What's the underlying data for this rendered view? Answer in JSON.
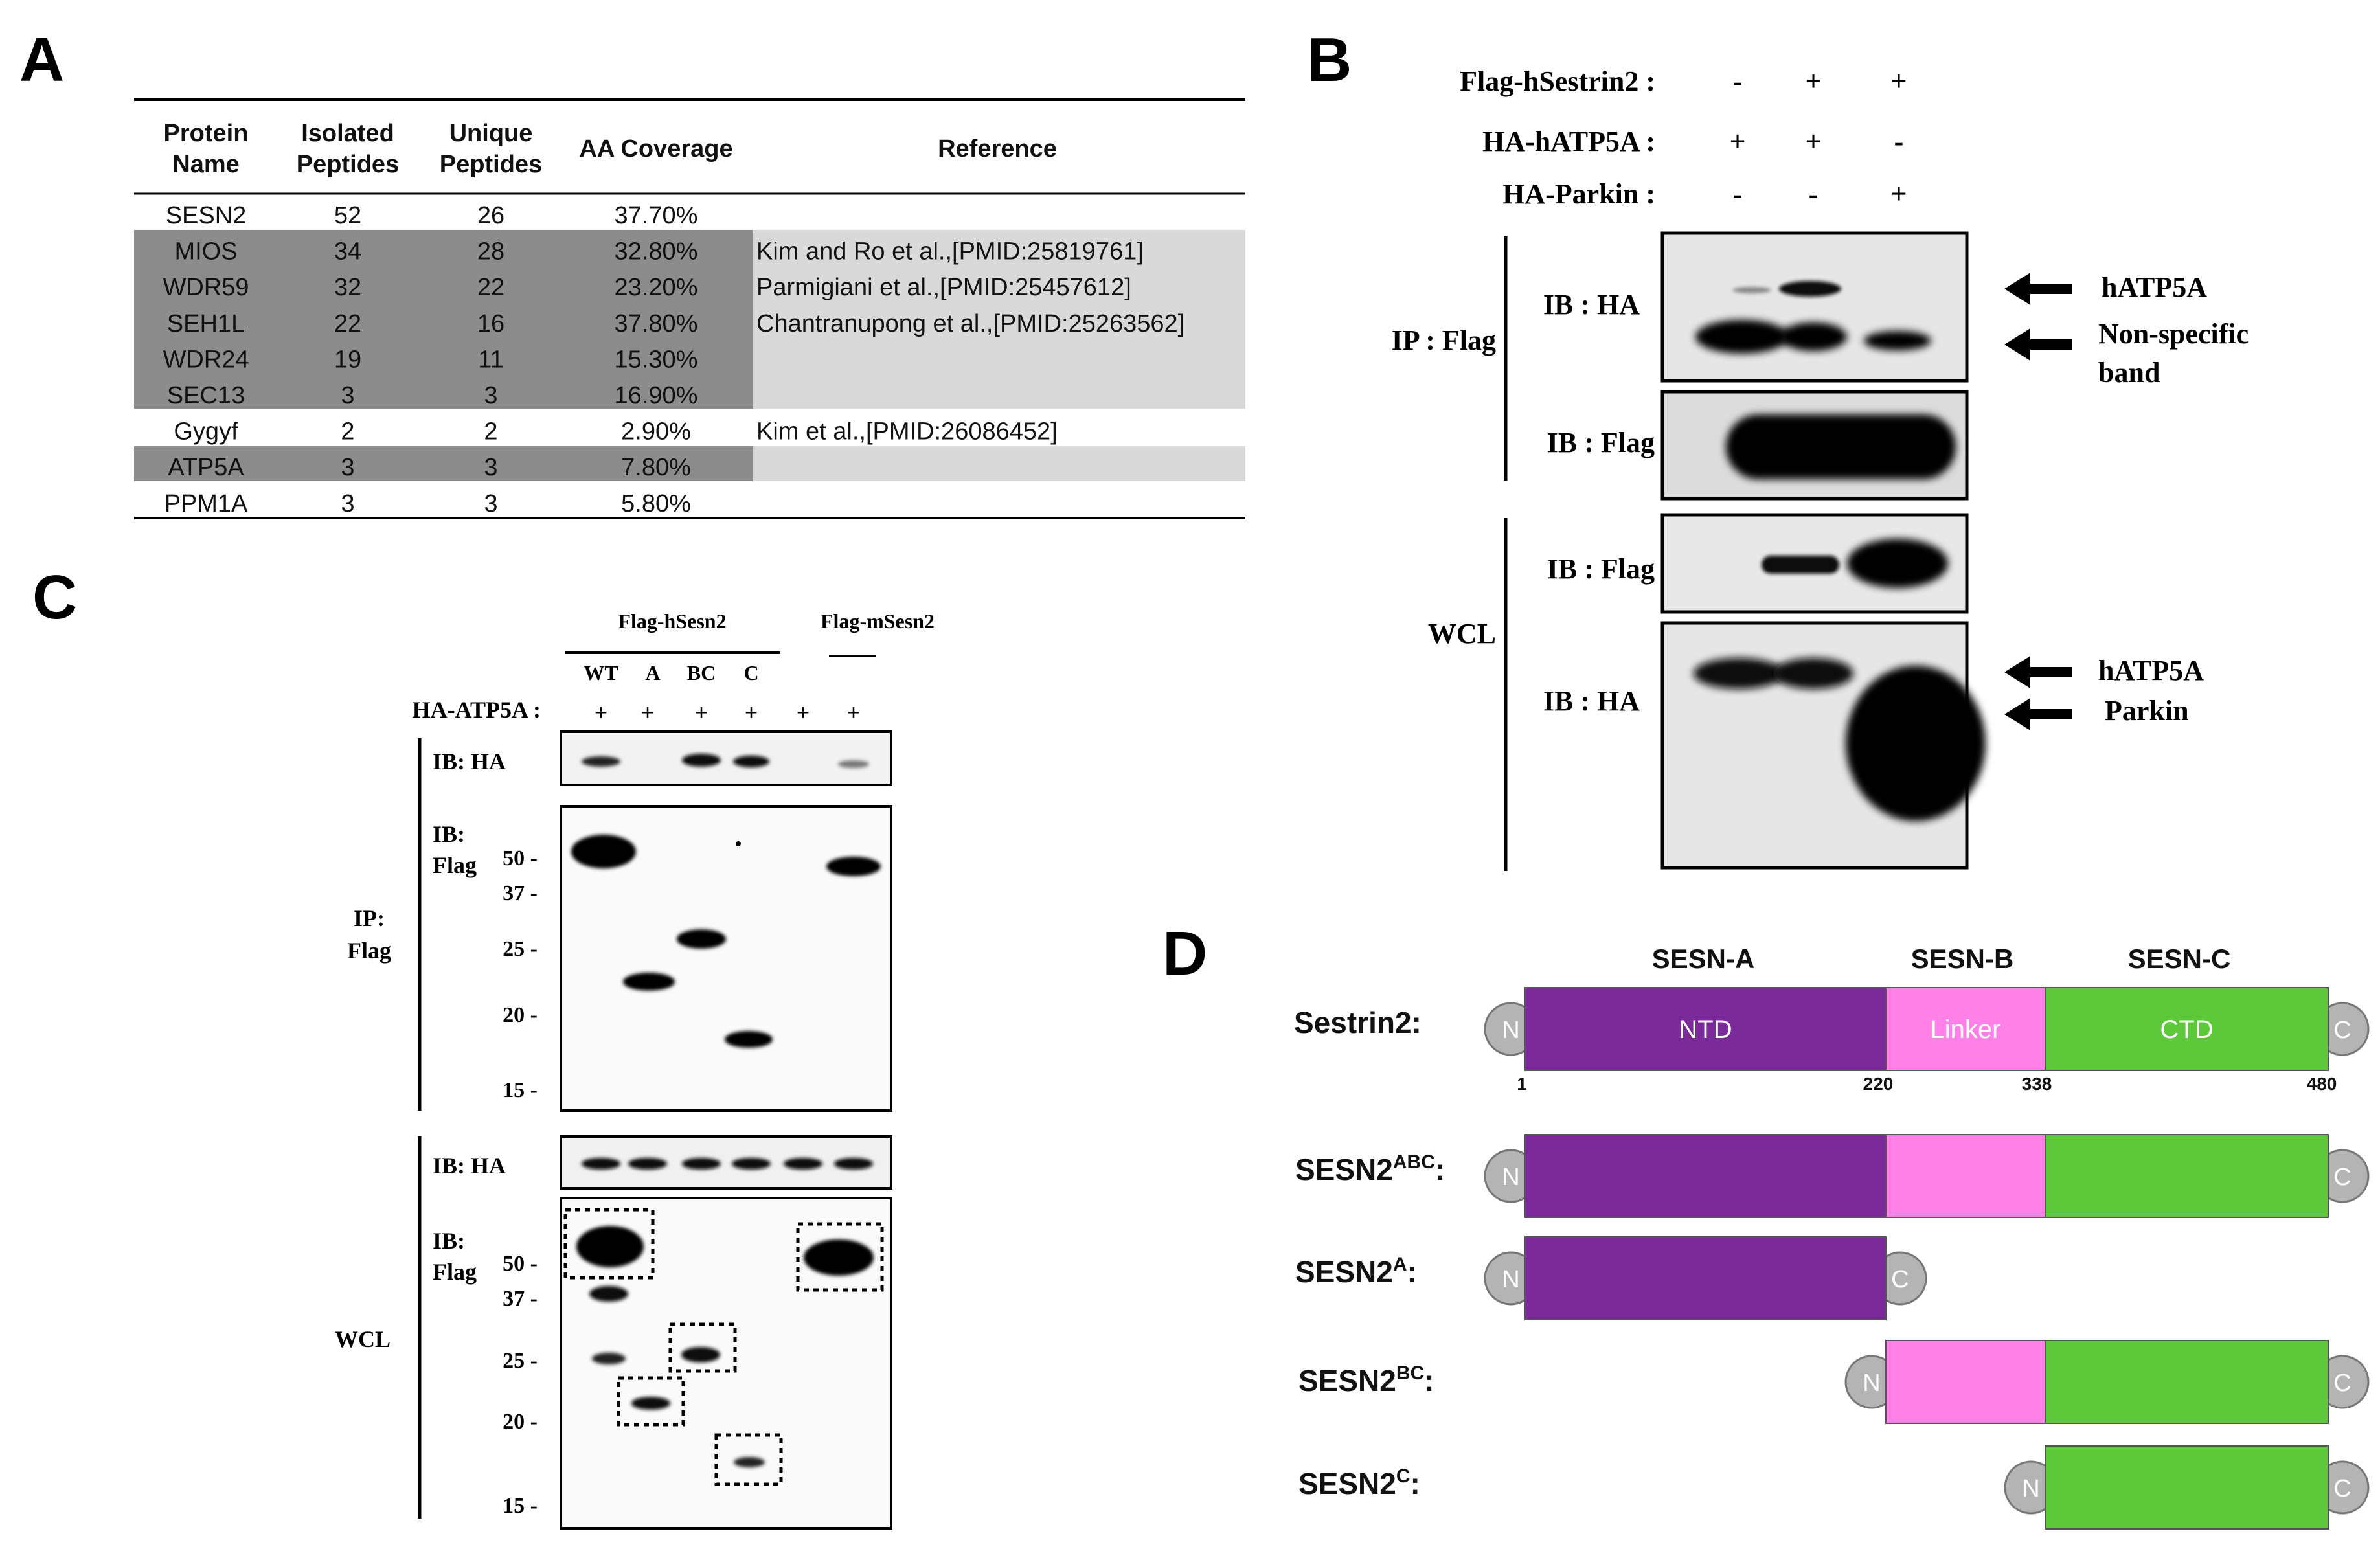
{
  "panel_labels": {
    "a": "A",
    "b": "B",
    "c": "C",
    "d": "D"
  },
  "table": {
    "headers": [
      [
        "Protein",
        "Name"
      ],
      [
        "Isolated",
        "Peptides"
      ],
      [
        "Unique",
        "Peptides"
      ],
      [
        "AA Coverage"
      ],
      [
        "Reference"
      ]
    ],
    "rows": [
      {
        "name": "SESN2",
        "isolated": "52",
        "unique": "26",
        "coverage": "37.70%",
        "ref": ""
      },
      {
        "name": "MIOS",
        "isolated": "34",
        "unique": "28",
        "coverage": "32.80%",
        "ref": "Kim and Ro et al.,[PMID:25819761]"
      },
      {
        "name": "WDR59",
        "isolated": "32",
        "unique": "22",
        "coverage": "23.20%",
        "ref": "Parmigiani et al.,[PMID:25457612]"
      },
      {
        "name": "SEH1L",
        "isolated": "22",
        "unique": "16",
        "coverage": "37.80%",
        "ref": "Chantranupong et al.,[PMID:25263562]"
      },
      {
        "name": "WDR24",
        "isolated": "19",
        "unique": "11",
        "coverage": "15.30%",
        "ref": ""
      },
      {
        "name": "SEC13",
        "isolated": "3",
        "unique": "3",
        "coverage": "16.90%",
        "ref": ""
      },
      {
        "name": "Gygyf",
        "isolated": "2",
        "unique": "2",
        "coverage": "2.90%",
        "ref": "Kim et al.,[PMID:26086452]"
      },
      {
        "name": "ATP5A",
        "isolated": "3",
        "unique": "3",
        "coverage": "7.80%",
        "ref": ""
      },
      {
        "name": "PPM1A",
        "isolated": "3",
        "unique": "3",
        "coverage": "5.80%",
        "ref": ""
      }
    ]
  },
  "blot_b": {
    "lane_rows": [
      {
        "label": "Flag-hSestrin2 :",
        "signs": [
          "-",
          "+",
          "+"
        ]
      },
      {
        "label": "HA-hATP5A :",
        "signs": [
          "+",
          "+",
          "-"
        ]
      },
      {
        "label": "HA-Parkin :",
        "signs": [
          "-",
          "-",
          "+"
        ]
      }
    ],
    "group_ip": "IP : Flag",
    "group_wcl": "WCL",
    "ib_labels": [
      "IB : HA",
      "IB : Flag",
      "IB : Flag",
      "IB : HA"
    ],
    "arrows": {
      "atp5a_top": "hATP5A",
      "nonspecific": [
        "Non-specific",
        "band"
      ],
      "atp5a_bottom": "hATP5A",
      "parkin": "Parkin"
    }
  },
  "blot_c": {
    "group_h": "Flag-hSesn2",
    "group_m": "Flag-mSesn2",
    "lanes": [
      "WT",
      "A",
      "BC",
      "C"
    ],
    "ha_label": "HA-ATP5A  :",
    "ha_signs": [
      "+",
      "+",
      "+",
      "+",
      "+",
      "+"
    ],
    "ip_label": [
      "IP:",
      "Flag"
    ],
    "wcl_label": "WCL",
    "ib_ha": "IB: HA",
    "ib_flag": [
      "IB:",
      "Flag"
    ],
    "mw_ip": [
      "50 -",
      "37 -",
      "25 -",
      "20 -",
      "15 -"
    ],
    "mw_wcl": [
      "50 -",
      "37 -",
      "25 -",
      "20 -",
      "15 -"
    ]
  },
  "domains": {
    "top_labels": [
      "SESN-A",
      "SESN-B",
      "SESN-C"
    ],
    "constructs": [
      {
        "label": "Sestrin2:",
        "sup": ""
      },
      {
        "label": "SESN2",
        "sup": "ABC",
        "suffix": ":"
      },
      {
        "label": "SESN2",
        "sup": "A",
        "suffix": ":"
      },
      {
        "label": "SESN2",
        "sup": "BC",
        "suffix": ":"
      },
      {
        "label": "SESN2",
        "sup": "C",
        "suffix": ":"
      }
    ],
    "segment_labels": [
      "NTD",
      "Linker",
      "CTD"
    ],
    "positions": [
      "1",
      "220",
      "338",
      "480"
    ],
    "cap_n": "N",
    "cap_c": "C",
    "colors": {
      "ntd": "#7B2A9A",
      "linker": "#FF80E6",
      "ctd": "#5DC83A",
      "cap": "#B4B4B4"
    }
  }
}
